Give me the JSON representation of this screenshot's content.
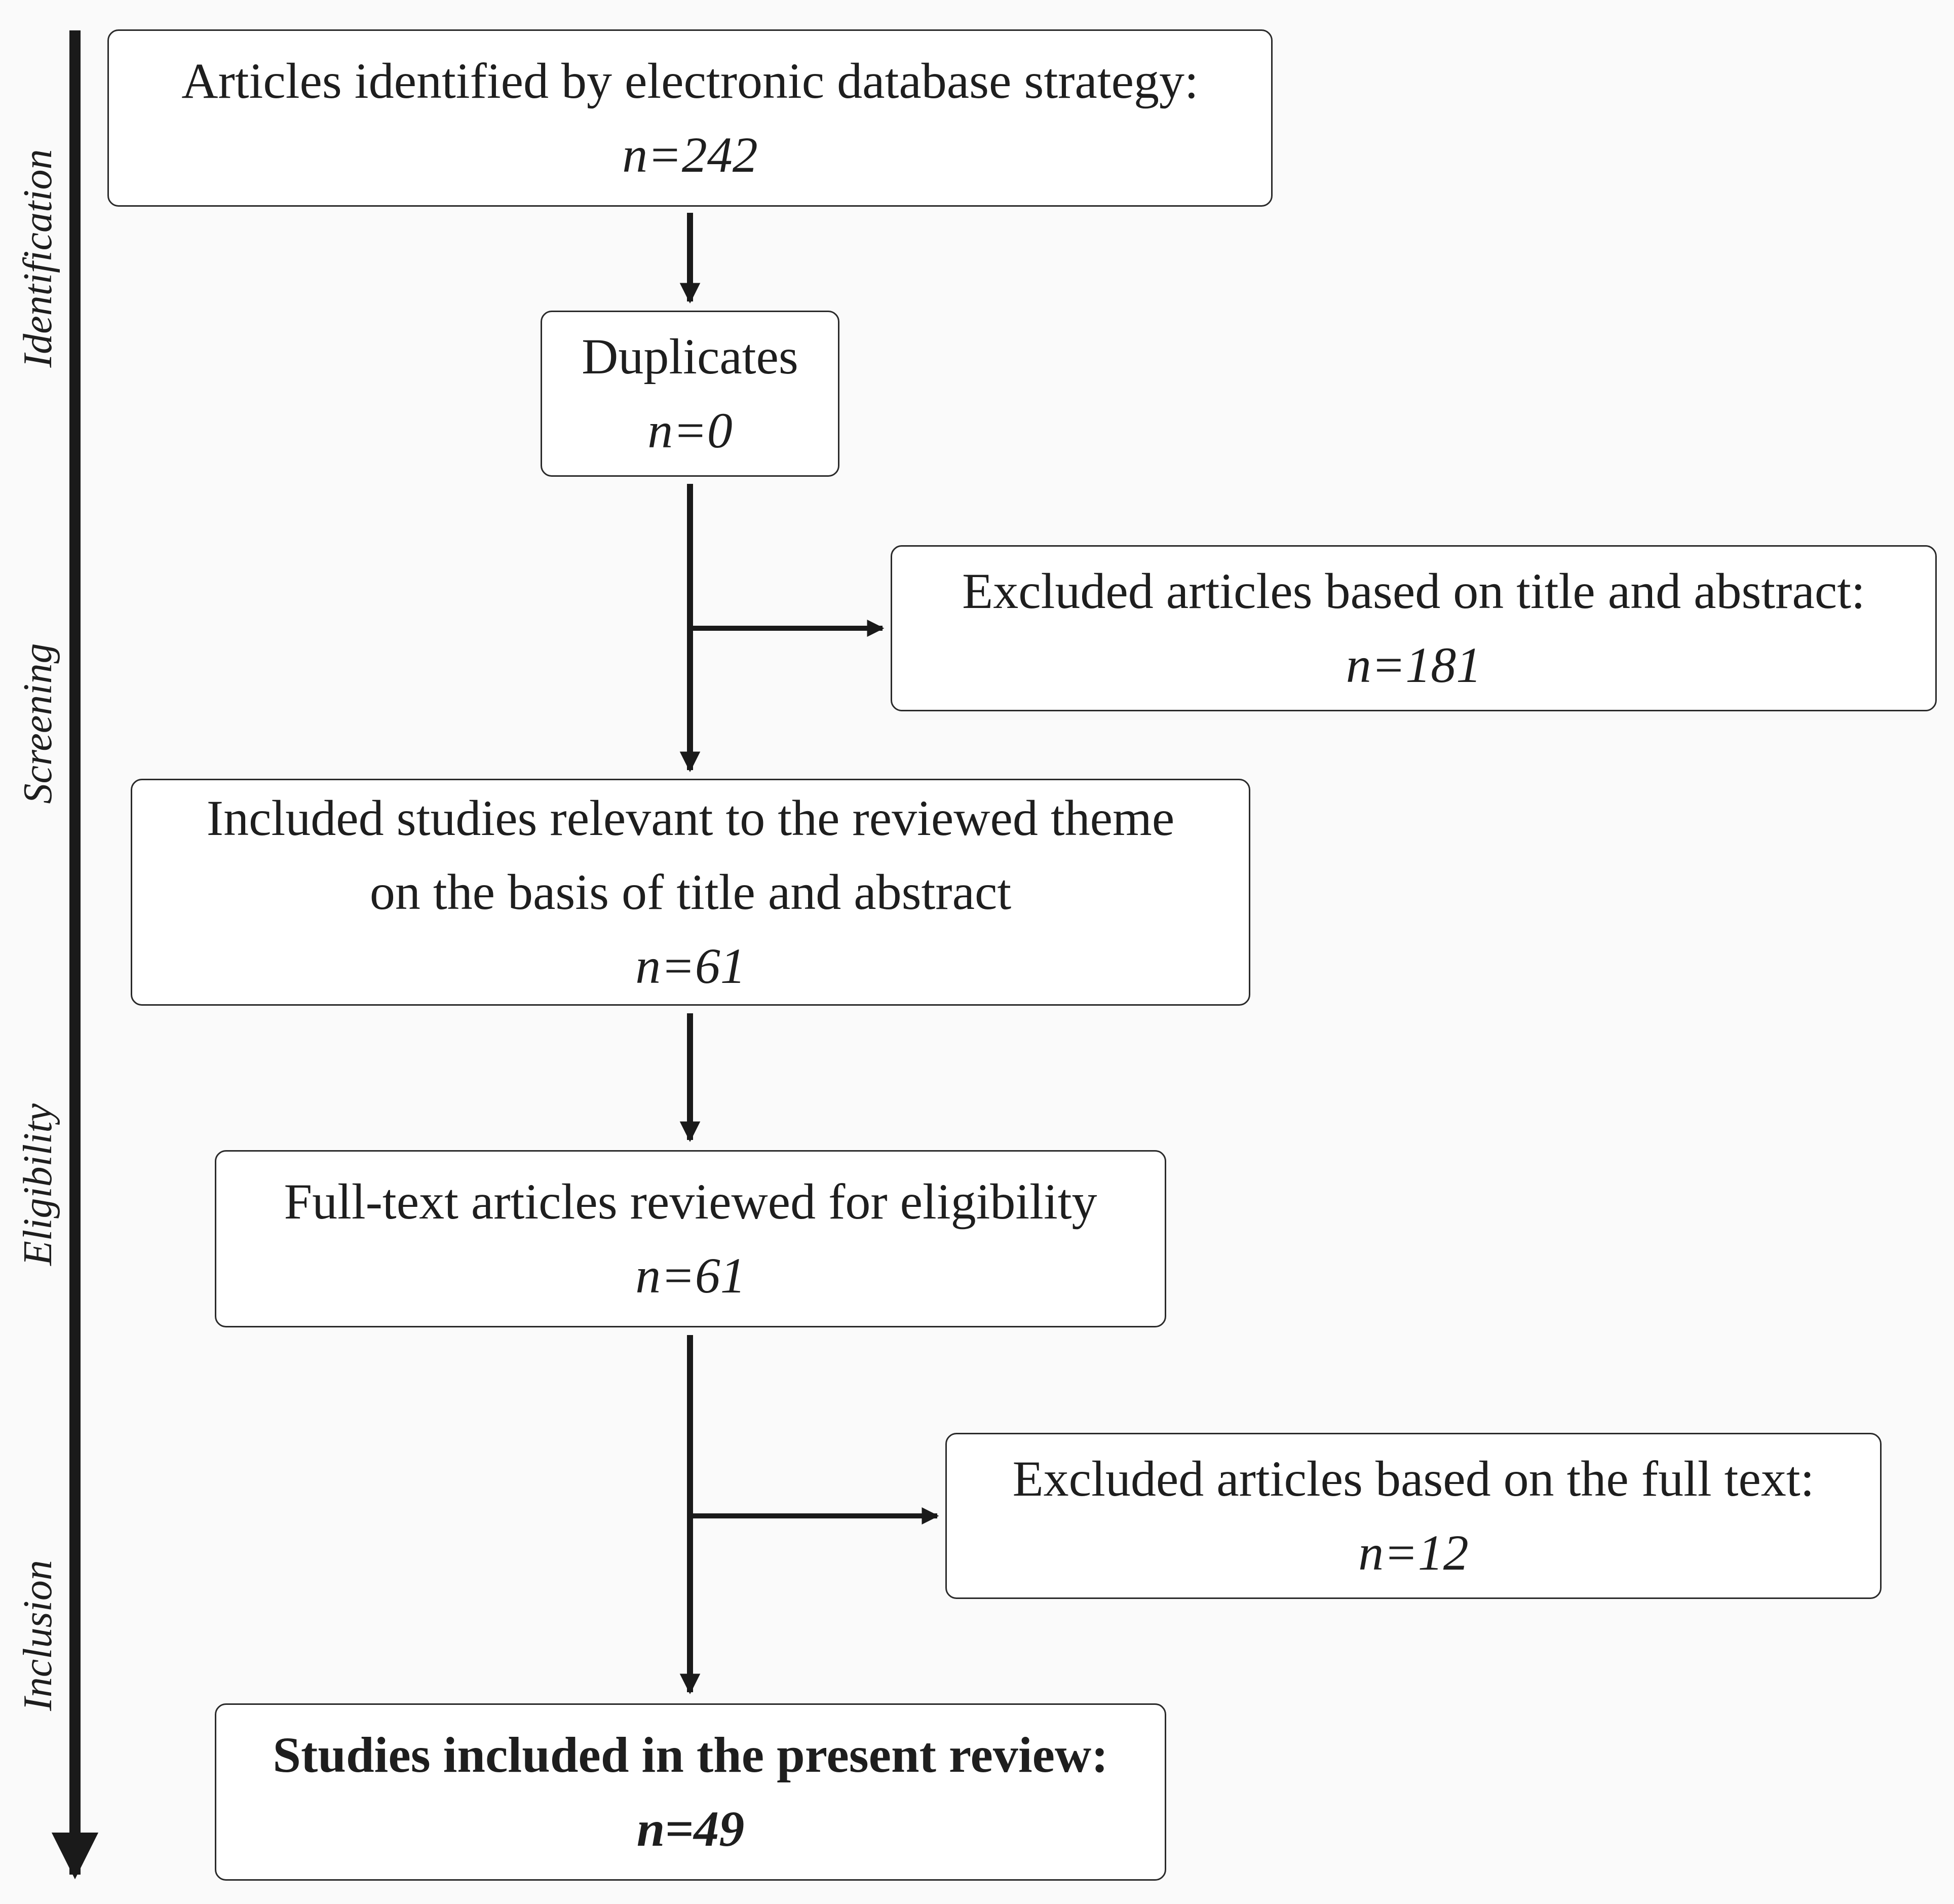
{
  "stages": [
    "Identification",
    "Screening",
    "Eligibility",
    "Inclusion"
  ],
  "boxes": {
    "identified": {
      "label": "Articles identified by electronic database strategy:",
      "count": "n=242"
    },
    "duplicates": {
      "label": "Duplicates",
      "count": "n=0"
    },
    "excluded_title_abstract": {
      "label": "Excluded articles based on title and abstract:",
      "count": "n=181"
    },
    "included_relevant": {
      "line1": "Included studies relevant to the reviewed theme",
      "line2": "on the basis of title and abstract",
      "count": "n=61"
    },
    "full_text_reviewed": {
      "label": "Full-text articles reviewed for eligibility",
      "count": "n=61"
    },
    "excluded_full_text": {
      "label": "Excluded articles based on the full text:",
      "count": "n=12"
    },
    "included_final": {
      "label": "Studies included in the present review:",
      "count": "n=49"
    }
  }
}
